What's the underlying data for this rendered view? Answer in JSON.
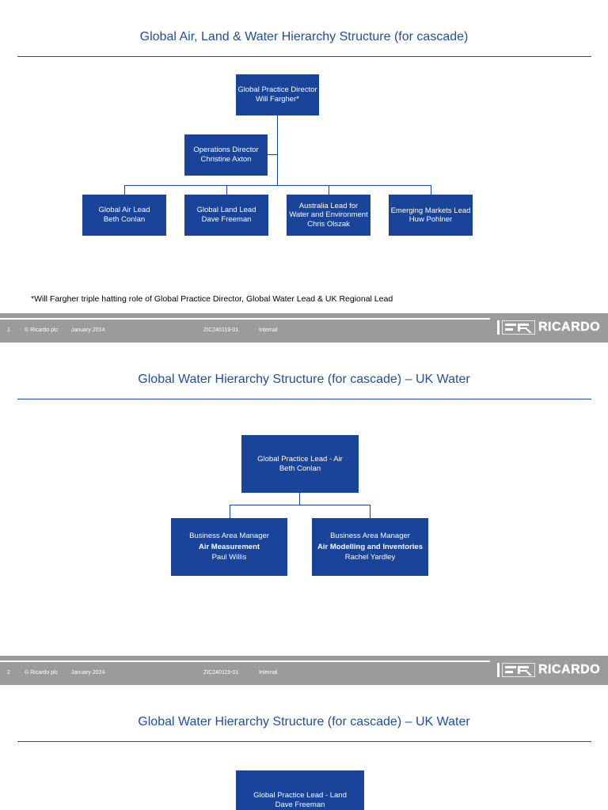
{
  "footer": {
    "company": "© Ricardo plc",
    "date": "January 2024",
    "doc_ref": "ZIC240119-01",
    "classification": "Internal",
    "logo_text": "RICARDO"
  },
  "slide1": {
    "page_number": "1",
    "title": "Global Air, Land & Water Hierarchy Structure (for cascade)",
    "director": {
      "line1": "Global Practice Director",
      "line2": "Will Fargher*"
    },
    "operations": {
      "line1": "Operations Director",
      "line2": "Christine Axton"
    },
    "leads": [
      {
        "line1": "Global Air Lead",
        "line2": "Beth Conlan"
      },
      {
        "line1": "Global Land Lead",
        "line2": "Dave Freeman"
      },
      {
        "line1": "Australia Lead for",
        "line2": "Water and Environment",
        "line3": "Chris Olszak"
      },
      {
        "line1": "Emerging Markets Lead",
        "line2": "Huw Pohlner"
      }
    ],
    "footnote": "*Will Fargher triple hatting role of Global Practice Director, Global Water Lead & UK Regional Lead"
  },
  "slide2": {
    "page_number": "2",
    "title": "Global Water Hierarchy Structure (for cascade) – UK Water",
    "top": {
      "line1": "Global Practice Lead - Air",
      "line2": "Beth Conlan"
    },
    "managers": [
      {
        "line1": "Business Area Manager",
        "line2": "Air Measurement",
        "line3": "Paul Willis"
      },
      {
        "line1": "Business Area Manager",
        "line2": "Air Modelling and Inventories",
        "line3": "Rachel Yardley"
      }
    ]
  },
  "slide3": {
    "title": "Global Water Hierarchy Structure (for cascade) – UK Water",
    "top": {
      "line1": "Global Practice Lead - Land",
      "line2": "Dave Freeman"
    }
  }
}
